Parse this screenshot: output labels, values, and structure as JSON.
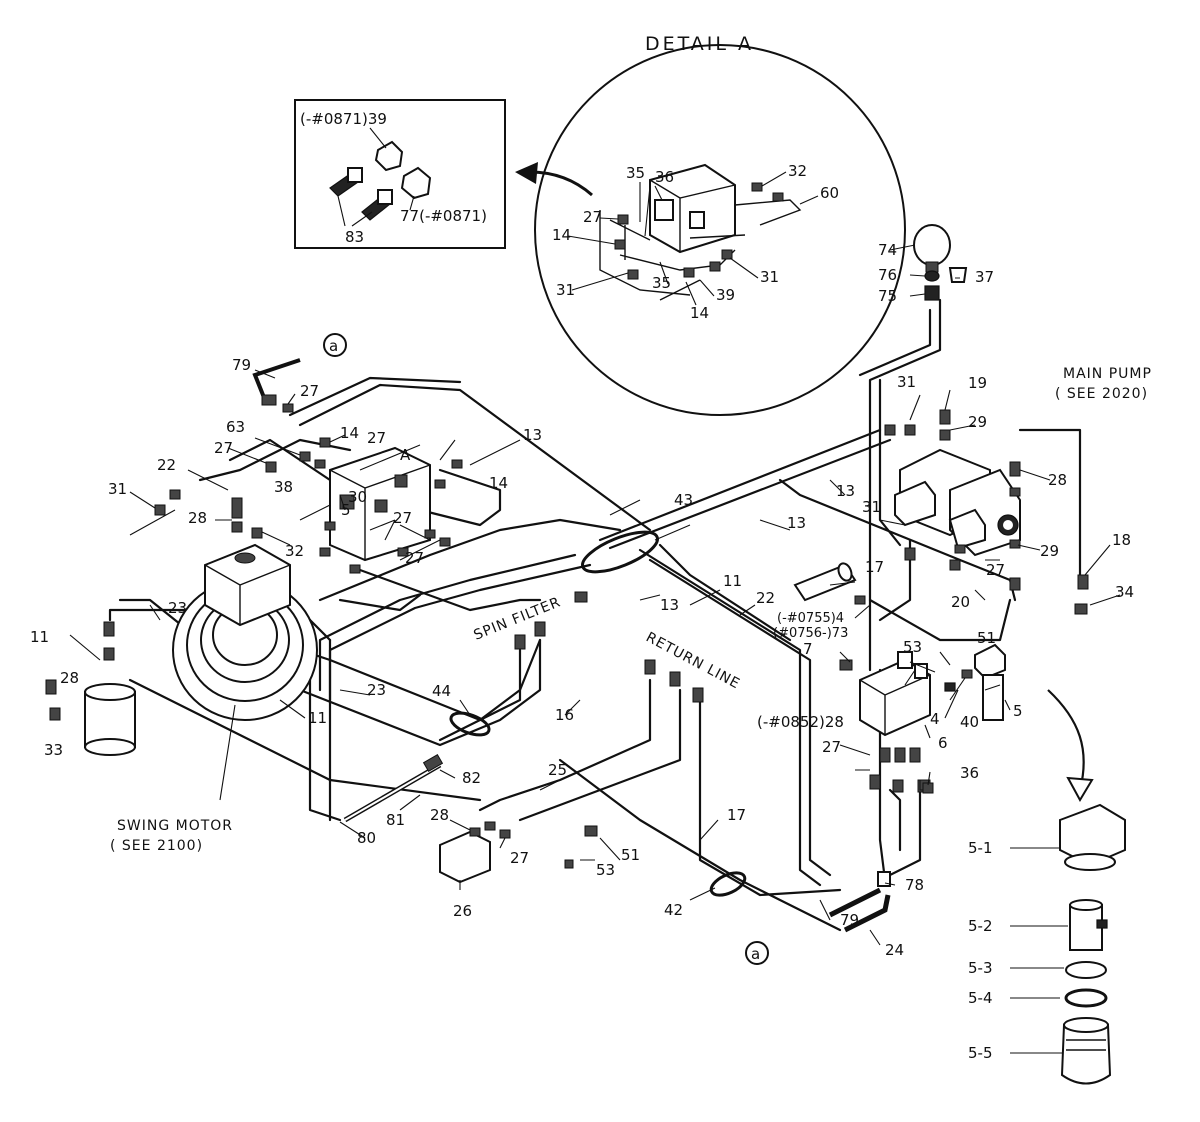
{
  "detail": {
    "title": "DETAIL A",
    "inset_parts": {
      "p39": "(-#0871)39",
      "p77": "77(-#0871)",
      "p83": "83"
    },
    "parts": [
      "35",
      "36",
      "32",
      "60",
      "27",
      "14",
      "31",
      "35",
      "39",
      "31",
      "14"
    ]
  },
  "main_pump": {
    "line1": "MAIN PUMP",
    "line2": "( SEE 2020)"
  },
  "swing_motor": {
    "line1": "SWING MOTOR",
    "line2": "( SEE 2100)"
  },
  "spin_filter": "SPIN FILTER",
  "return_line": "RETURN LINE",
  "reference_marker": "a",
  "block_marker": "A",
  "serial_notes": {
    "n4": "(-#0755)4",
    "n73": "(#0756-)73",
    "n28": "(-#0852)28"
  },
  "parts": {
    "p79a": "79",
    "p27a": "27",
    "p63": "63",
    "p14a": "14",
    "p27b": "27",
    "p27c": "27",
    "p38": "38",
    "p22a": "22",
    "p31a": "31",
    "p30": "30",
    "p5a": "5",
    "p27d": "27",
    "p28a": "28",
    "p32": "32",
    "p27e": "27",
    "p13a": "13",
    "p14b": "14",
    "p43": "43",
    "p13b": "13",
    "p13c": "13",
    "p13d": "13",
    "p11a": "11",
    "p22b": "22",
    "p11b": "11",
    "p28b": "28",
    "p33": "33",
    "p23a": "23",
    "p23b": "23",
    "p11c": "11",
    "p44": "44",
    "p16": "16",
    "p82": "82",
    "p81": "81",
    "p80": "80",
    "p25": "25",
    "p28c": "28",
    "p27f": "27",
    "p26": "26",
    "p53a": "53",
    "p51a": "51",
    "p42": "42",
    "p17a": "17",
    "p79b": "79",
    "p24": "24",
    "p78": "78",
    "p36": "36",
    "p27g": "27",
    "p6": "6",
    "p4": "4",
    "p40": "40",
    "p5b": "5",
    "p53b": "53",
    "p51b": "51",
    "p7": "7",
    "p17b": "17",
    "p20": "20",
    "p27h": "27",
    "p29a": "29",
    "p29b": "29",
    "p28d": "28",
    "p18": "18",
    "p34": "34",
    "p31b": "31",
    "p31c": "31",
    "p19": "19",
    "p74": "74",
    "p76": "76",
    "p75": "75",
    "p37": "37"
  },
  "filter_parts": [
    "5-1",
    "5-2",
    "5-3",
    "5-4",
    "5-5"
  ]
}
